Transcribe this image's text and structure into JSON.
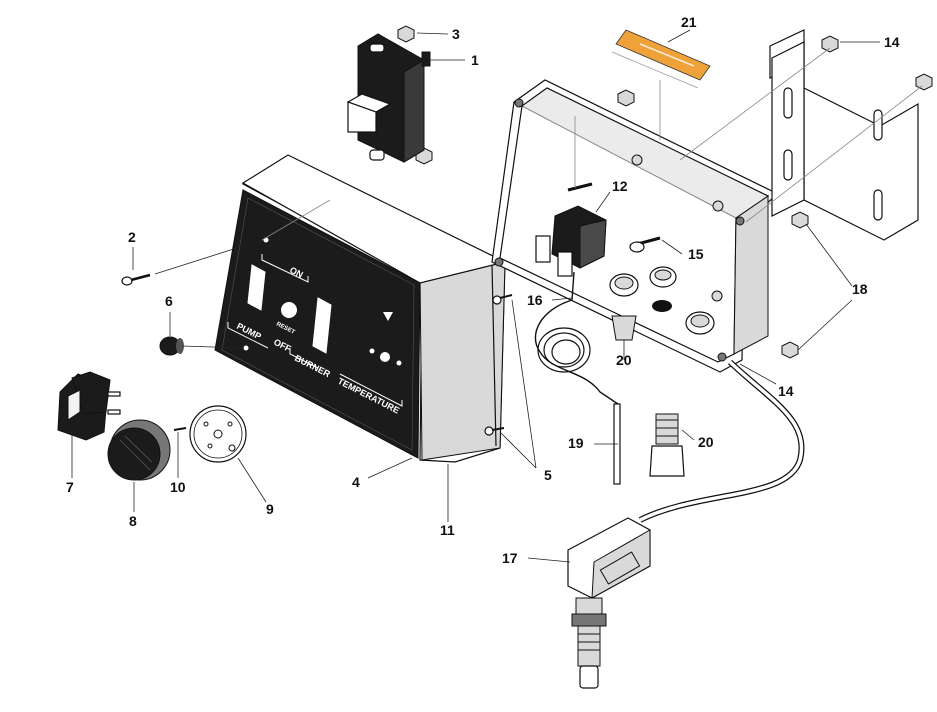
{
  "diagram": {
    "callouts": {
      "c1": "1",
      "c2": "2",
      "c3": "3",
      "c4": "4",
      "c5a": "5",
      "c5b": "5",
      "c6": "6",
      "c7": "7",
      "c8": "8",
      "c9": "9",
      "c10": "10",
      "c11": "11",
      "c12": "12",
      "c14a": "14",
      "c14b": "14",
      "c15": "15",
      "c16": "16",
      "c17": "17",
      "c18": "18",
      "c19": "19",
      "c20a": "20",
      "c20b": "20",
      "c21": "21"
    },
    "panel": {
      "on": "ON",
      "reset": "RESET",
      "pump": "PUMP",
      "off": "OFF",
      "burner": "BURNER",
      "temperature": "TEMPERATURE"
    },
    "colors": {
      "ink": "#111111",
      "panel": "#1b1b1b",
      "warning_label": "#f0a23a"
    }
  }
}
